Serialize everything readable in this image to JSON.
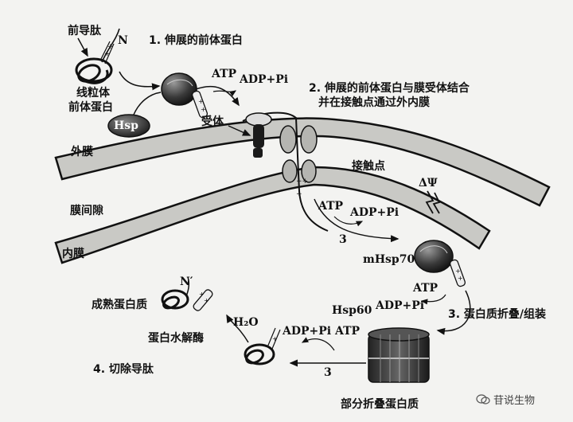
{
  "labels": {
    "presequence": "前导肽",
    "n_terminus": "N",
    "mito_precursor_line1": "线粒体",
    "mito_precursor_line2": "前体蛋白",
    "hsp": "Hsp",
    "step1": "1. 伸展的前体蛋白",
    "atp_1": "ATP",
    "adp_pi_1": "ADP+Pi",
    "step2_line1": "2. 伸展的前体蛋白与膜受体结合",
    "step2_line2": "并在接触点通过外内膜",
    "receptor": "受体",
    "outer_membrane": "外膜",
    "contact_site": "接触点",
    "delta_psi": "ΔΨ",
    "intermembrane_space": "膜间隙",
    "atp_2": "ATP",
    "adp_pi_2": "ADP+Pi",
    "num_3a": "3",
    "inner_membrane": "内膜",
    "mhsp70": "mHsp70",
    "atp_3": "ATP",
    "adp_pi_3": "ADP+Pi",
    "hsp60": "Hsp60",
    "step3": "3. 蛋白质折叠/组装",
    "n_prime": "N′",
    "mature_protein": "成熟蛋白质",
    "h2o": "H₂O",
    "protease": "蛋白水解酶",
    "adp_pi_atp": "ADP+Pi ATP",
    "num_3b": "3",
    "step4": "4. 切除导肽",
    "partially_folded": "部分折叠蛋白质",
    "watermark": "苷说生物"
  },
  "colors": {
    "ink": "#111111",
    "membrane_fill": "#c9c9c5",
    "background": "#f3f3f1"
  }
}
